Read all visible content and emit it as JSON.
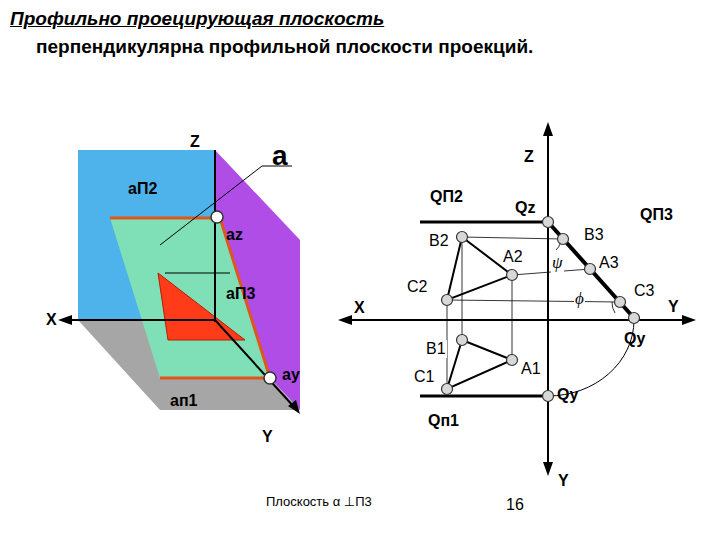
{
  "diagram": {
    "labels": [
      "Профильно проецирующая плоскость",
      "перпендикулярна профильной плоскости проекций.",
      "Z",
      "a",
      "аП2",
      "аz",
      "аП3",
      "X",
      "аy",
      "ап1",
      "Y",
      "Z",
      "QП2",
      "Qz",
      "QП3",
      "B2",
      "B3",
      "A2",
      "ψ",
      "A3",
      "C2",
      "ϕ",
      "C3",
      "X",
      "Y",
      "Qy",
      "B1",
      "A1",
      "C1",
      "Qy",
      "Qп1",
      "Y",
      "Плоскость α ⊥П3",
      "16"
    ]
  }
}
